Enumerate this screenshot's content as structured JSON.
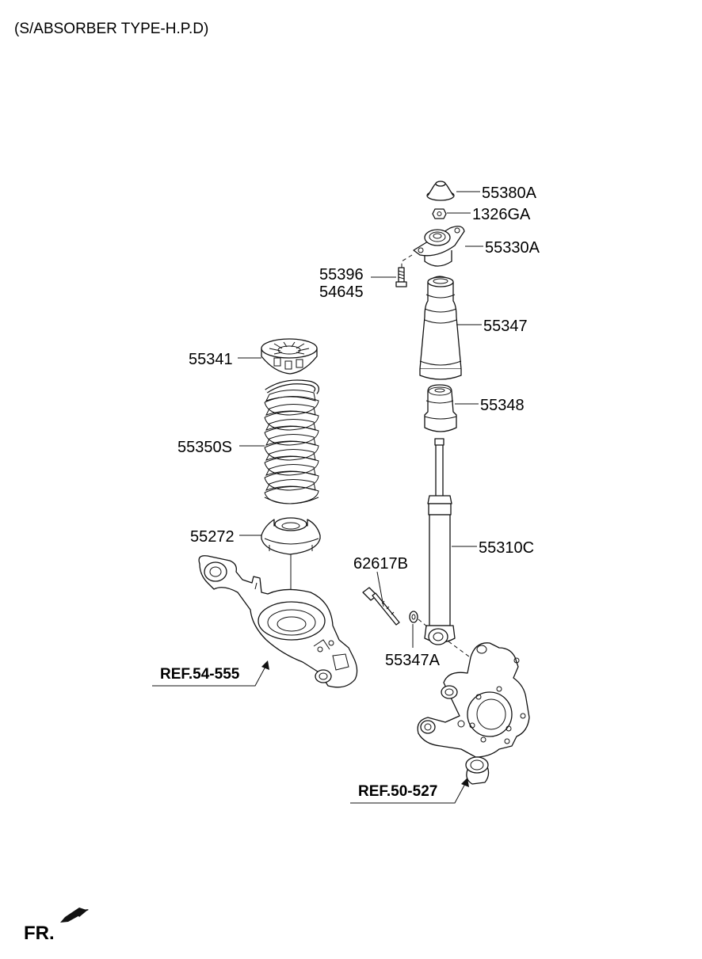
{
  "title": "(S/ABSORBER TYPE-H.P.D)",
  "parts": {
    "p55380A": "55380A",
    "p1326GA": "1326GA",
    "p55330A": "55330A",
    "p55396": "55396",
    "p54645": "54645",
    "p55347": "55347",
    "p55341": "55341",
    "p55348": "55348",
    "p55350S": "55350S",
    "p55272": "55272",
    "p55310C": "55310C",
    "p62617B": "62617B",
    "p55347A": "55347A"
  },
  "refs": {
    "lower_arm": "REF.54-555",
    "knuckle": "REF.50-527"
  },
  "direction": {
    "label": "FR."
  }
}
